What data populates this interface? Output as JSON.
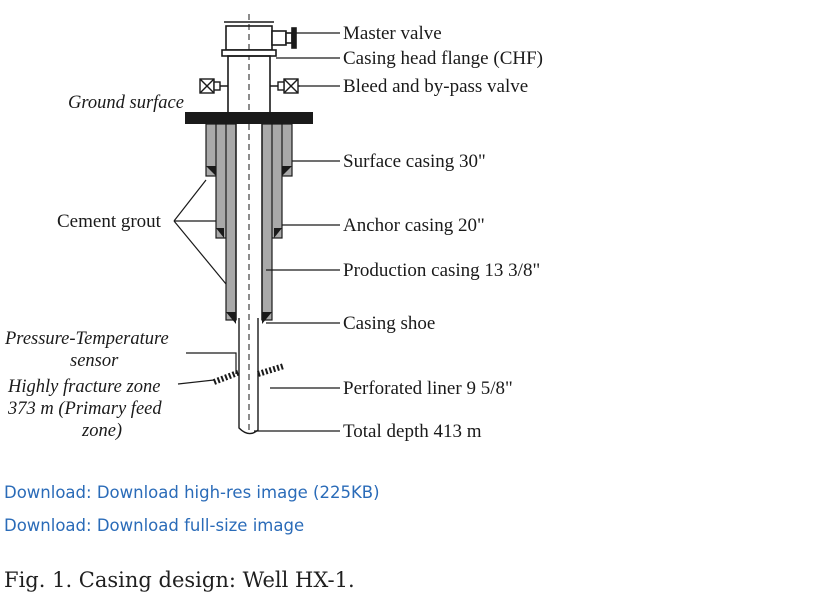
{
  "diagram": {
    "labels": {
      "master_valve": "Master valve",
      "chf": "Casing head flange (CHF)",
      "bleed_valve": "Bleed and by-pass valve",
      "ground_surface": "Ground surface",
      "surface_casing": "Surface casing 30\"",
      "cement_grout": "Cement grout",
      "anchor_casing": "Anchor casing 20\"",
      "production_casing": "Production casing 13 3/8\"",
      "casing_shoe": "Casing shoe",
      "pt_sensor_line1": "Pressure-Temperature",
      "pt_sensor_line2": "sensor",
      "fracture_line1": "Highly fracture zone",
      "fracture_line2": "373 m (Primary feed",
      "fracture_line3": "zone)",
      "perforated_liner": "Perforated liner 9 5/8\"",
      "total_depth": "Total depth 413 m"
    }
  },
  "links": [
    {
      "label": "Download: Download high-res image (225KB)"
    },
    {
      "label": "Download: Download full-size image"
    }
  ],
  "caption": "Fig. 1. Casing design: Well HX-1.",
  "colors": {
    "link": "#2a6bb8",
    "cement": "#a9a9a9",
    "line": "#1a1a1a"
  }
}
